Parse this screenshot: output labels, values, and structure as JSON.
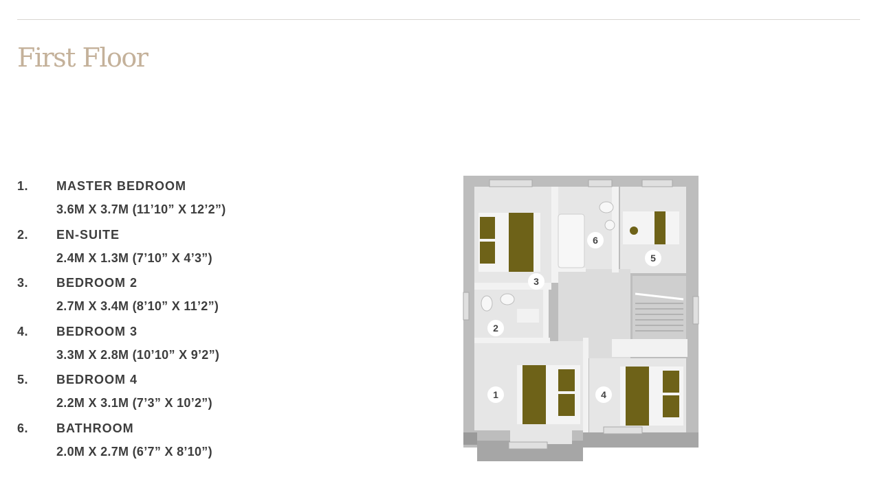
{
  "page": {
    "title": "First Floor"
  },
  "rooms": [
    {
      "number": "1.",
      "name": "MASTER BEDROOM",
      "dimensions": "3.6M X 3.7M (11’10” X 12’2”)",
      "marker": "1"
    },
    {
      "number": "2.",
      "name": "EN-SUITE",
      "dimensions": "2.4M X 1.3M (7’10” X 4’3”)",
      "marker": "2"
    },
    {
      "number": "3.",
      "name": "BEDROOM 2",
      "dimensions": "2.7M X 3.4M (8’10” X 11’2”)",
      "marker": "3"
    },
    {
      "number": "4.",
      "name": "BEDROOM 3",
      "dimensions": "3.3M X 2.8M (10’10” X 9’2”)",
      "marker": "4"
    },
    {
      "number": "5.",
      "name": "BEDROOM 4",
      "dimensions": "2.2M X 3.1M (7’3” X 10’2”)",
      "marker": "5"
    },
    {
      "number": "6.",
      "name": "BATHROOM",
      "dimensions": "2.0M X 2.7M (6’7” X 8’10”)",
      "marker": "6"
    }
  ],
  "colors": {
    "title": "#c4b19a",
    "text": "#3d3d3d",
    "wall": "#bdbdbd",
    "wall_shadow": "#9a9a9a",
    "floor": "#e3e3e3",
    "bed_linen": "#f4f4f4",
    "bed_accent": "#6e6218"
  }
}
